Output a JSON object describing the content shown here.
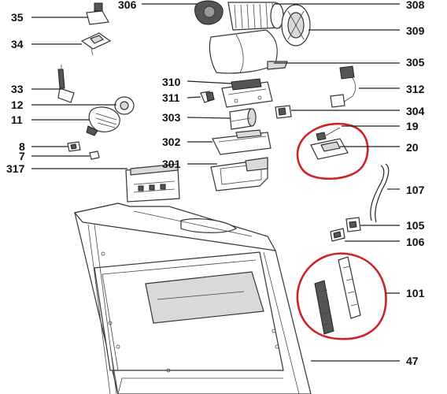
{
  "labels": {
    "l306": "306",
    "l308": "308",
    "l309": "309",
    "l35": "35",
    "l34": "34",
    "l305": "305",
    "l33": "33",
    "l310": "310",
    "l312": "312",
    "l311": "311",
    "l12": "12",
    "l304": "304",
    "l11": "11",
    "l303": "303",
    "l19": "19",
    "l8": "8",
    "l302": "302",
    "l20": "20",
    "l7": "7",
    "l301": "301",
    "l317": "317",
    "l107": "107",
    "l105": "105",
    "l106": "106",
    "l101": "101",
    "l47": "47"
  },
  "highlight_color": "#d0202a"
}
